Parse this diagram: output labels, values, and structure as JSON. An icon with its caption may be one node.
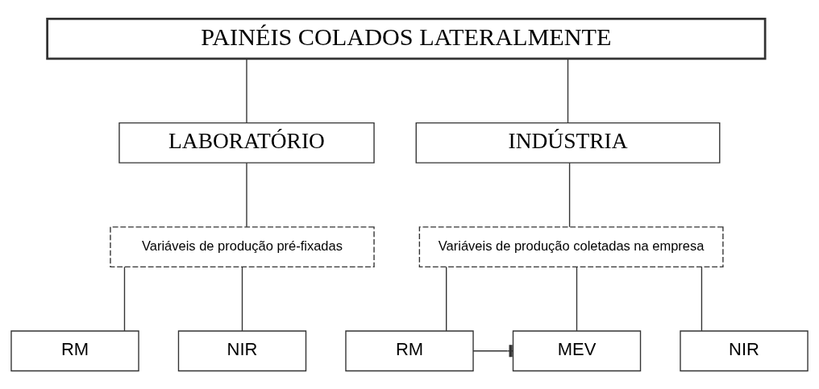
{
  "diagram": {
    "nodes": [
      {
        "text": [
          "PAINÉIS COLADOS LATERALMENTE"
        ]
      },
      {
        "text": [
          "LABORATÓRIO"
        ]
      },
      {
        "text": [
          "INDÚSTRIA"
        ]
      },
      {
        "text": [
          "Variáveis de produção pré-fixadas"
        ]
      },
      {
        "text": [
          "Variáveis de produção coletadas na empresa"
        ]
      },
      {
        "text": [
          "RM"
        ]
      },
      {
        "text": [
          "NIR"
        ]
      },
      {
        "text": [
          "RM"
        ]
      },
      {
        "text": [
          "MEV"
        ]
      },
      {
        "text": [
          "NIR"
        ]
      }
    ],
    "edges": [
      {
        "from": 0,
        "to": 1,
        "arrow": "none"
      },
      {
        "from": 0,
        "to": 2,
        "arrow": "none"
      },
      {
        "from": 1,
        "to": 3,
        "arrow": "none"
      },
      {
        "from": 2,
        "to": 4,
        "arrow": "none"
      },
      {
        "from": 3,
        "to": 5,
        "arrow": "none"
      },
      {
        "from": 3,
        "to": 6,
        "arrow": "none"
      },
      {
        "from": 4,
        "to": 7,
        "arrow": "none"
      },
      {
        "from": 4,
        "to": 8,
        "arrow": "none"
      },
      {
        "from": 4,
        "to": 9,
        "arrow": "none"
      },
      {
        "from": 7,
        "to": 8,
        "arrow": "other"
      }
    ]
  }
}
